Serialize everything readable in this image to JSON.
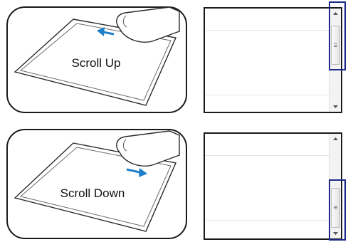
{
  "panels": [
    {
      "label": "Scroll Up",
      "gesture": "scroll-up",
      "arrow_color": "#1f7fc9",
      "thumb_position": "top"
    },
    {
      "label": "Scroll Down",
      "gesture": "scroll-down",
      "arrow_color": "#1f7fc9",
      "thumb_position": "bottom"
    }
  ],
  "colors": {
    "frame": "#1a1a1a",
    "highlight": "#1e2a8a",
    "arrow": "#1f7fc9"
  },
  "icons": [
    "touchpad-icon",
    "finger-icon",
    "direction-arrow-icon",
    "scroll-up-arrow-icon",
    "scroll-down-arrow-icon",
    "scrollbar-grip-icon"
  ]
}
